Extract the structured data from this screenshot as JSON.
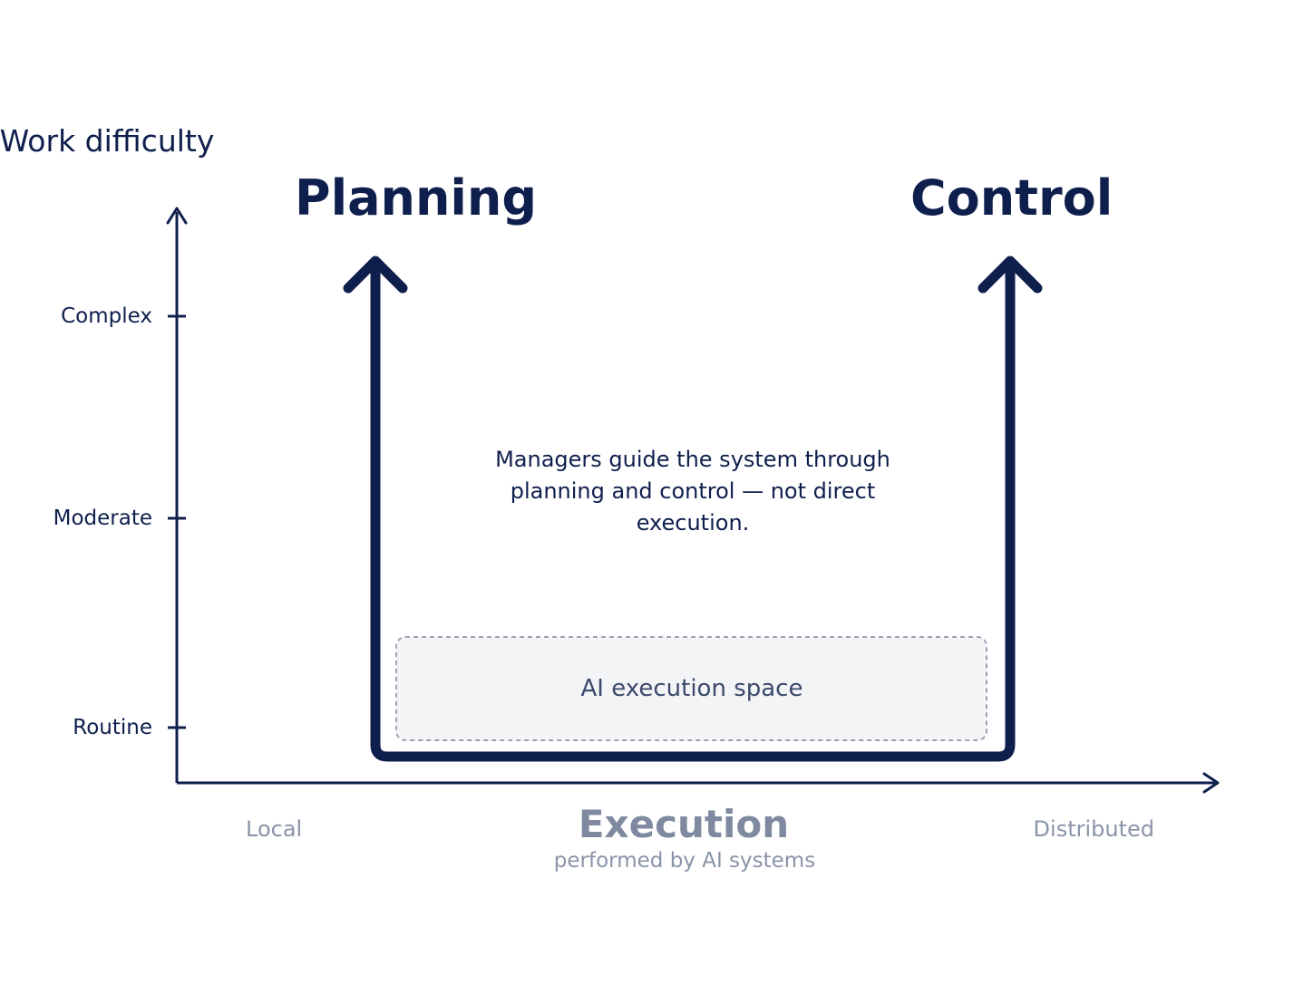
{
  "y_axis": {
    "title": "Work difficulty",
    "ticks": [
      "Complex",
      "Moderate",
      "Routine"
    ]
  },
  "x_axis": {
    "left_label": "Local",
    "right_label": "Distributed",
    "title": "Execution",
    "subtitle": "performed by AI systems"
  },
  "labels": {
    "planning": "Planning",
    "control": "Control",
    "note": "Managers guide the system through planning and control — not direct execution.",
    "ai_space": "AI execution space"
  },
  "colors": {
    "primary": "#0f1f4d",
    "muted": "#8a94a8",
    "box_fill": "#f3f4f6",
    "box_border": "#9aa3b2"
  }
}
